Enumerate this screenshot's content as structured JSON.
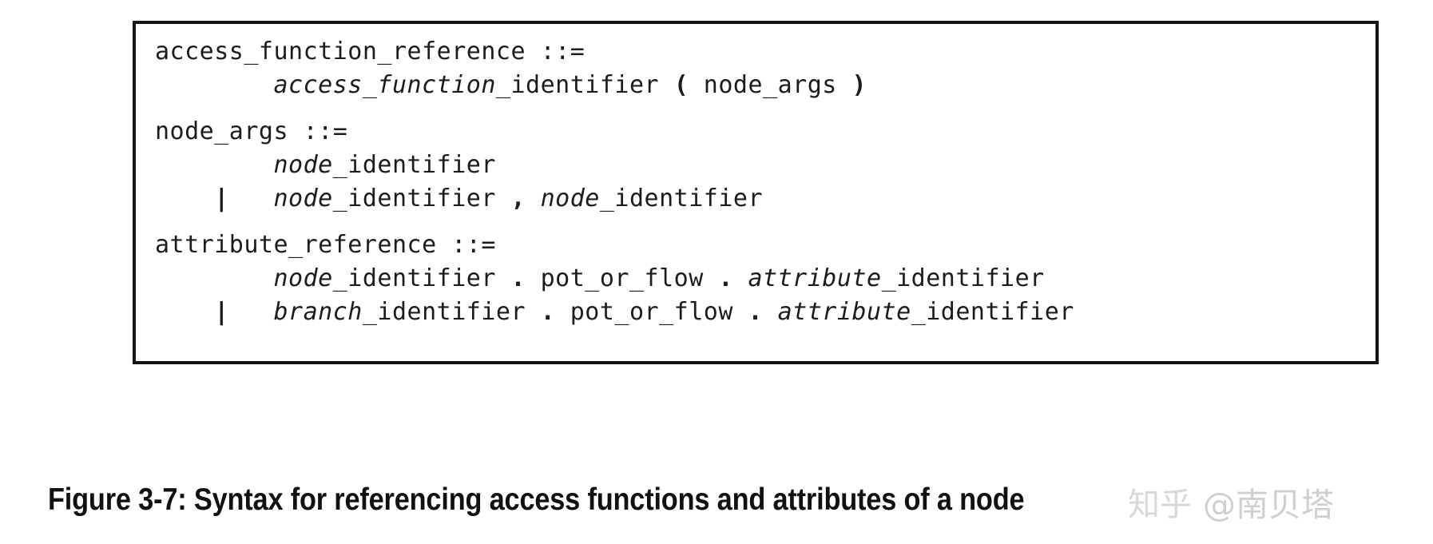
{
  "figure": {
    "caption": "Figure 3-7: Syntax for referencing access functions and attributes of a node",
    "border_color": "#151515",
    "background": "#ffffff",
    "text_color": "#1c1c1c",
    "grammar_productions": [
      {
        "name": "access_function_reference",
        "lines": [
          [
            {
              "t": "access_function_reference ::=",
              "s": "plain"
            }
          ],
          [
            {
              "t": "        ",
              "s": "plain"
            },
            {
              "t": "access_function",
              "s": "ital"
            },
            {
              "t": "_identifier ",
              "s": "plain"
            },
            {
              "t": "(",
              "s": "bold"
            },
            {
              "t": " node_args ",
              "s": "plain"
            },
            {
              "t": ")",
              "s": "bold"
            }
          ]
        ]
      },
      {
        "name": "node_args",
        "lines": [
          [
            {
              "t": "node_args ::=",
              "s": "plain"
            }
          ],
          [
            {
              "t": "        ",
              "s": "plain"
            },
            {
              "t": "node",
              "s": "ital"
            },
            {
              "t": "_identifier",
              "s": "plain"
            }
          ],
          [
            {
              "t": "    ",
              "s": "plain"
            },
            {
              "t": "|",
              "s": "bold"
            },
            {
              "t": "   ",
              "s": "plain"
            },
            {
              "t": "node",
              "s": "ital"
            },
            {
              "t": "_identifier ",
              "s": "plain"
            },
            {
              "t": ",",
              "s": "bold"
            },
            {
              "t": " ",
              "s": "plain"
            },
            {
              "t": "node",
              "s": "ital"
            },
            {
              "t": "_identifier",
              "s": "plain"
            }
          ]
        ]
      },
      {
        "name": "attribute_reference",
        "lines": [
          [
            {
              "t": "attribute_reference ::=",
              "s": "plain"
            }
          ],
          [
            {
              "t": "        ",
              "s": "plain"
            },
            {
              "t": "node",
              "s": "ital"
            },
            {
              "t": "_identifier ",
              "s": "plain"
            },
            {
              "t": ".",
              "s": "bold"
            },
            {
              "t": " pot_or_flow ",
              "s": "plain"
            },
            {
              "t": ".",
              "s": "bold"
            },
            {
              "t": " ",
              "s": "plain"
            },
            {
              "t": "attribute",
              "s": "ital"
            },
            {
              "t": "_identifier",
              "s": "plain"
            }
          ],
          [
            {
              "t": "    ",
              "s": "plain"
            },
            {
              "t": "|",
              "s": "bold"
            },
            {
              "t": "   ",
              "s": "plain"
            },
            {
              "t": "branch",
              "s": "ital"
            },
            {
              "t": "_identifier ",
              "s": "plain"
            },
            {
              "t": ".",
              "s": "bold"
            },
            {
              "t": " pot_or_flow ",
              "s": "plain"
            },
            {
              "t": ".",
              "s": "bold"
            },
            {
              "t": " ",
              "s": "plain"
            },
            {
              "t": "attribute",
              "s": "ital"
            },
            {
              "t": "_identifier",
              "s": "plain"
            }
          ]
        ]
      }
    ]
  },
  "watermark": {
    "logo_text": "知乎",
    "handle": "@南贝塔",
    "color": "#d2d2d2"
  }
}
